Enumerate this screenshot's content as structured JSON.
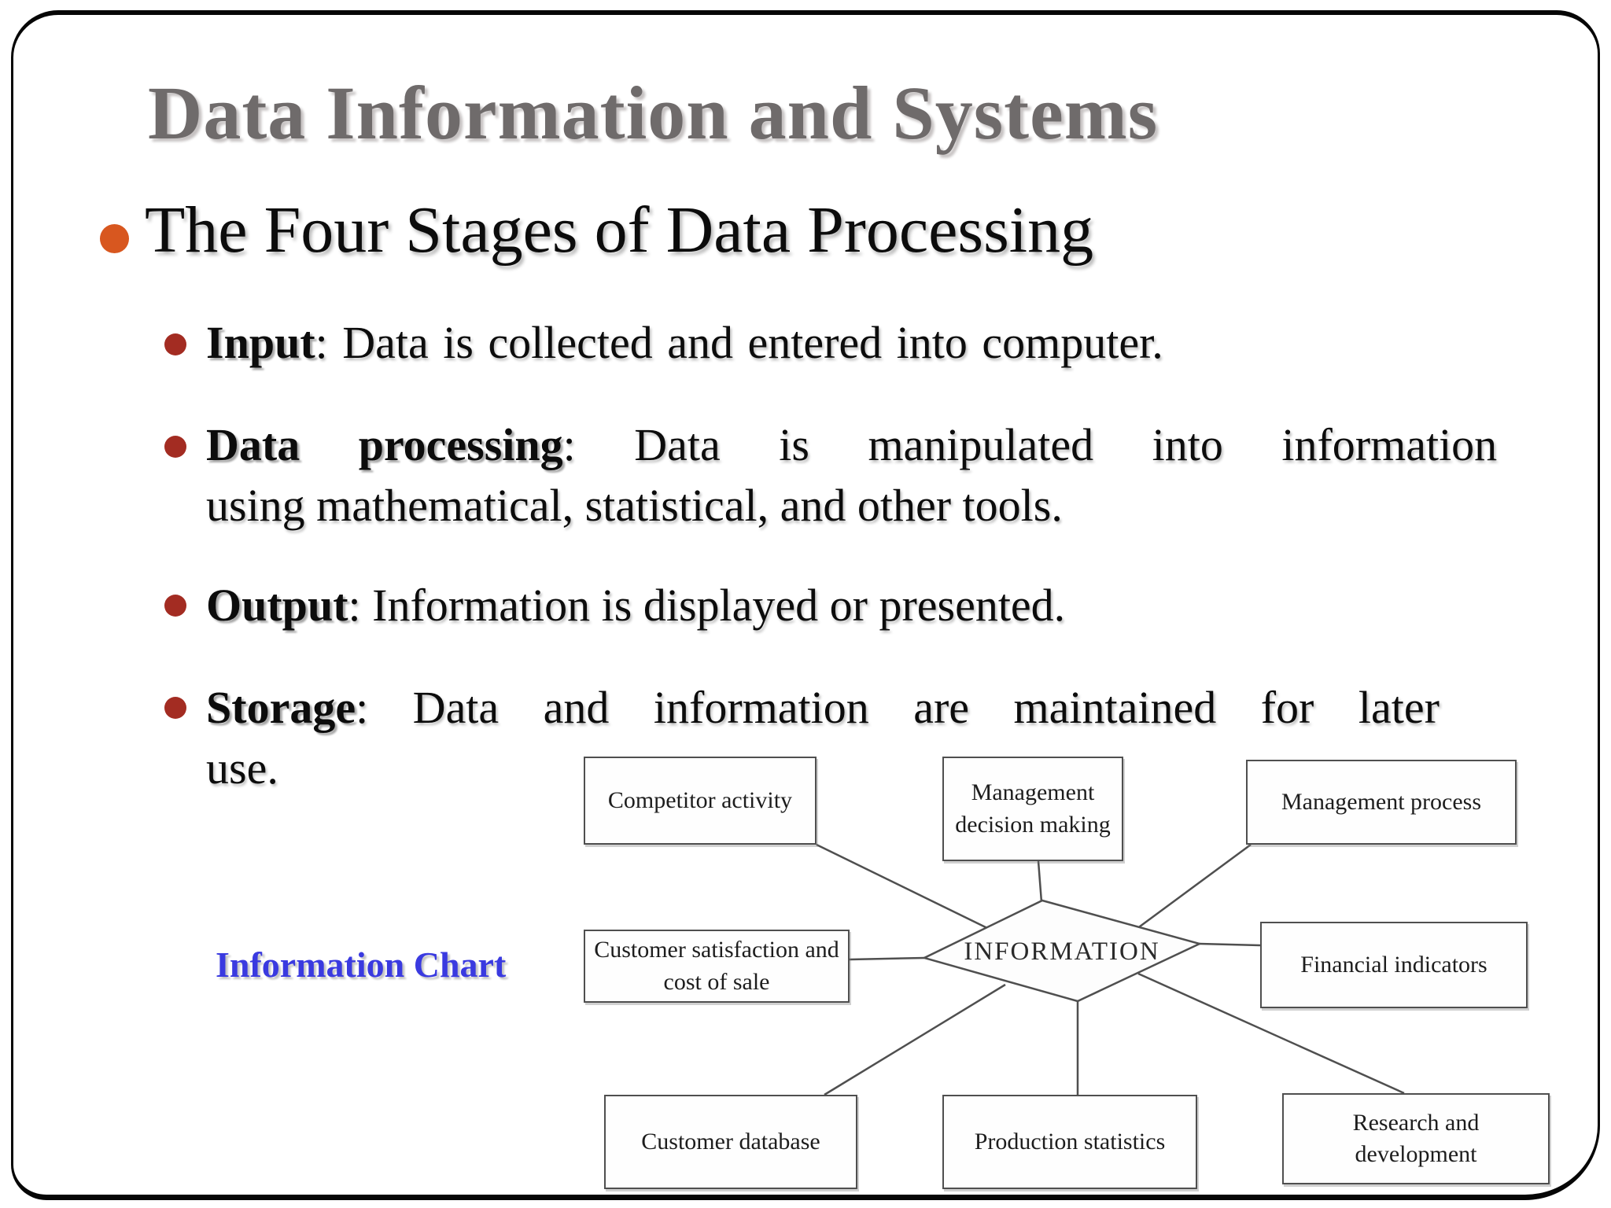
{
  "slide": {
    "title": "Data Information and Systems",
    "bullet": "The Four Stages of Data Processing",
    "stages": [
      {
        "lead": "Input",
        "lines": [
          ": Data is collected and entered into computer."
        ]
      },
      {
        "lead": "Data processing",
        "lines": [
          ": Data is manipulated into information",
          "using mathematical, statistical, and other tools."
        ]
      },
      {
        "lead": "Output",
        "lines": [
          ": Information is displayed or presented."
        ]
      },
      {
        "lead": "Storage",
        "lines": [
          ": Data and information are maintained for later",
          "use."
        ]
      }
    ],
    "chart_label": "Information Chart"
  },
  "diagram": {
    "center_label": "INFORMATION",
    "nodes": [
      {
        "label": "Competitor activity"
      },
      {
        "label": "Management decision making"
      },
      {
        "label": "Management process"
      },
      {
        "label": "Customer satisfaction and cost of sale"
      },
      {
        "label": "Financial indicators"
      },
      {
        "label": "Customer database"
      },
      {
        "label": "Production statistics"
      },
      {
        "label": "Research and development"
      }
    ]
  },
  "colors": {
    "title_gray": "#6f6b6b",
    "text_black": "#0c0c0c",
    "bullet_orange": "#d8571f",
    "sub_bullet_red": "#a32c22",
    "chart_label_blue": "#3a3ae0",
    "diagram_line_gray": "#4f4f4f",
    "frame_black": "#060606"
  }
}
